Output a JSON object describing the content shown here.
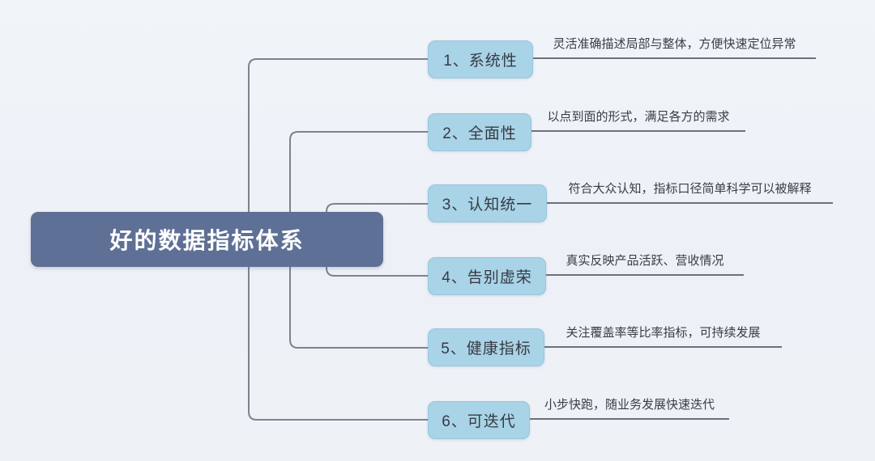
{
  "diagram": {
    "type": "mindmap",
    "root": {
      "label": "好的数据指标体系"
    },
    "branches": [
      {
        "label": "1、系统性",
        "description": "灵活准确描述局部与整体，方便快速定位异常"
      },
      {
        "label": "2、全面性",
        "description": "以点到面的形式，满足各方的需求"
      },
      {
        "label": "3、认知统一",
        "description": "符合大众认知，指标口径简单科学可以被解释"
      },
      {
        "label": "4、告别虚荣",
        "description": "真实反映产品活跃、营收情况"
      },
      {
        "label": "5、健康指标",
        "description": "关注覆盖率等比率指标，可持续发展"
      },
      {
        "label": "6、可迭代",
        "description": "小步快跑，随业务发展快速迭代"
      }
    ],
    "colors": {
      "background": "#eef2f7",
      "root_fill": "#5e7095",
      "root_text": "#ffffff",
      "branch_fill": "#a9d3e6",
      "branch_text": "#363b44",
      "connector": "#7d838d",
      "underline": "#6b717c"
    }
  }
}
